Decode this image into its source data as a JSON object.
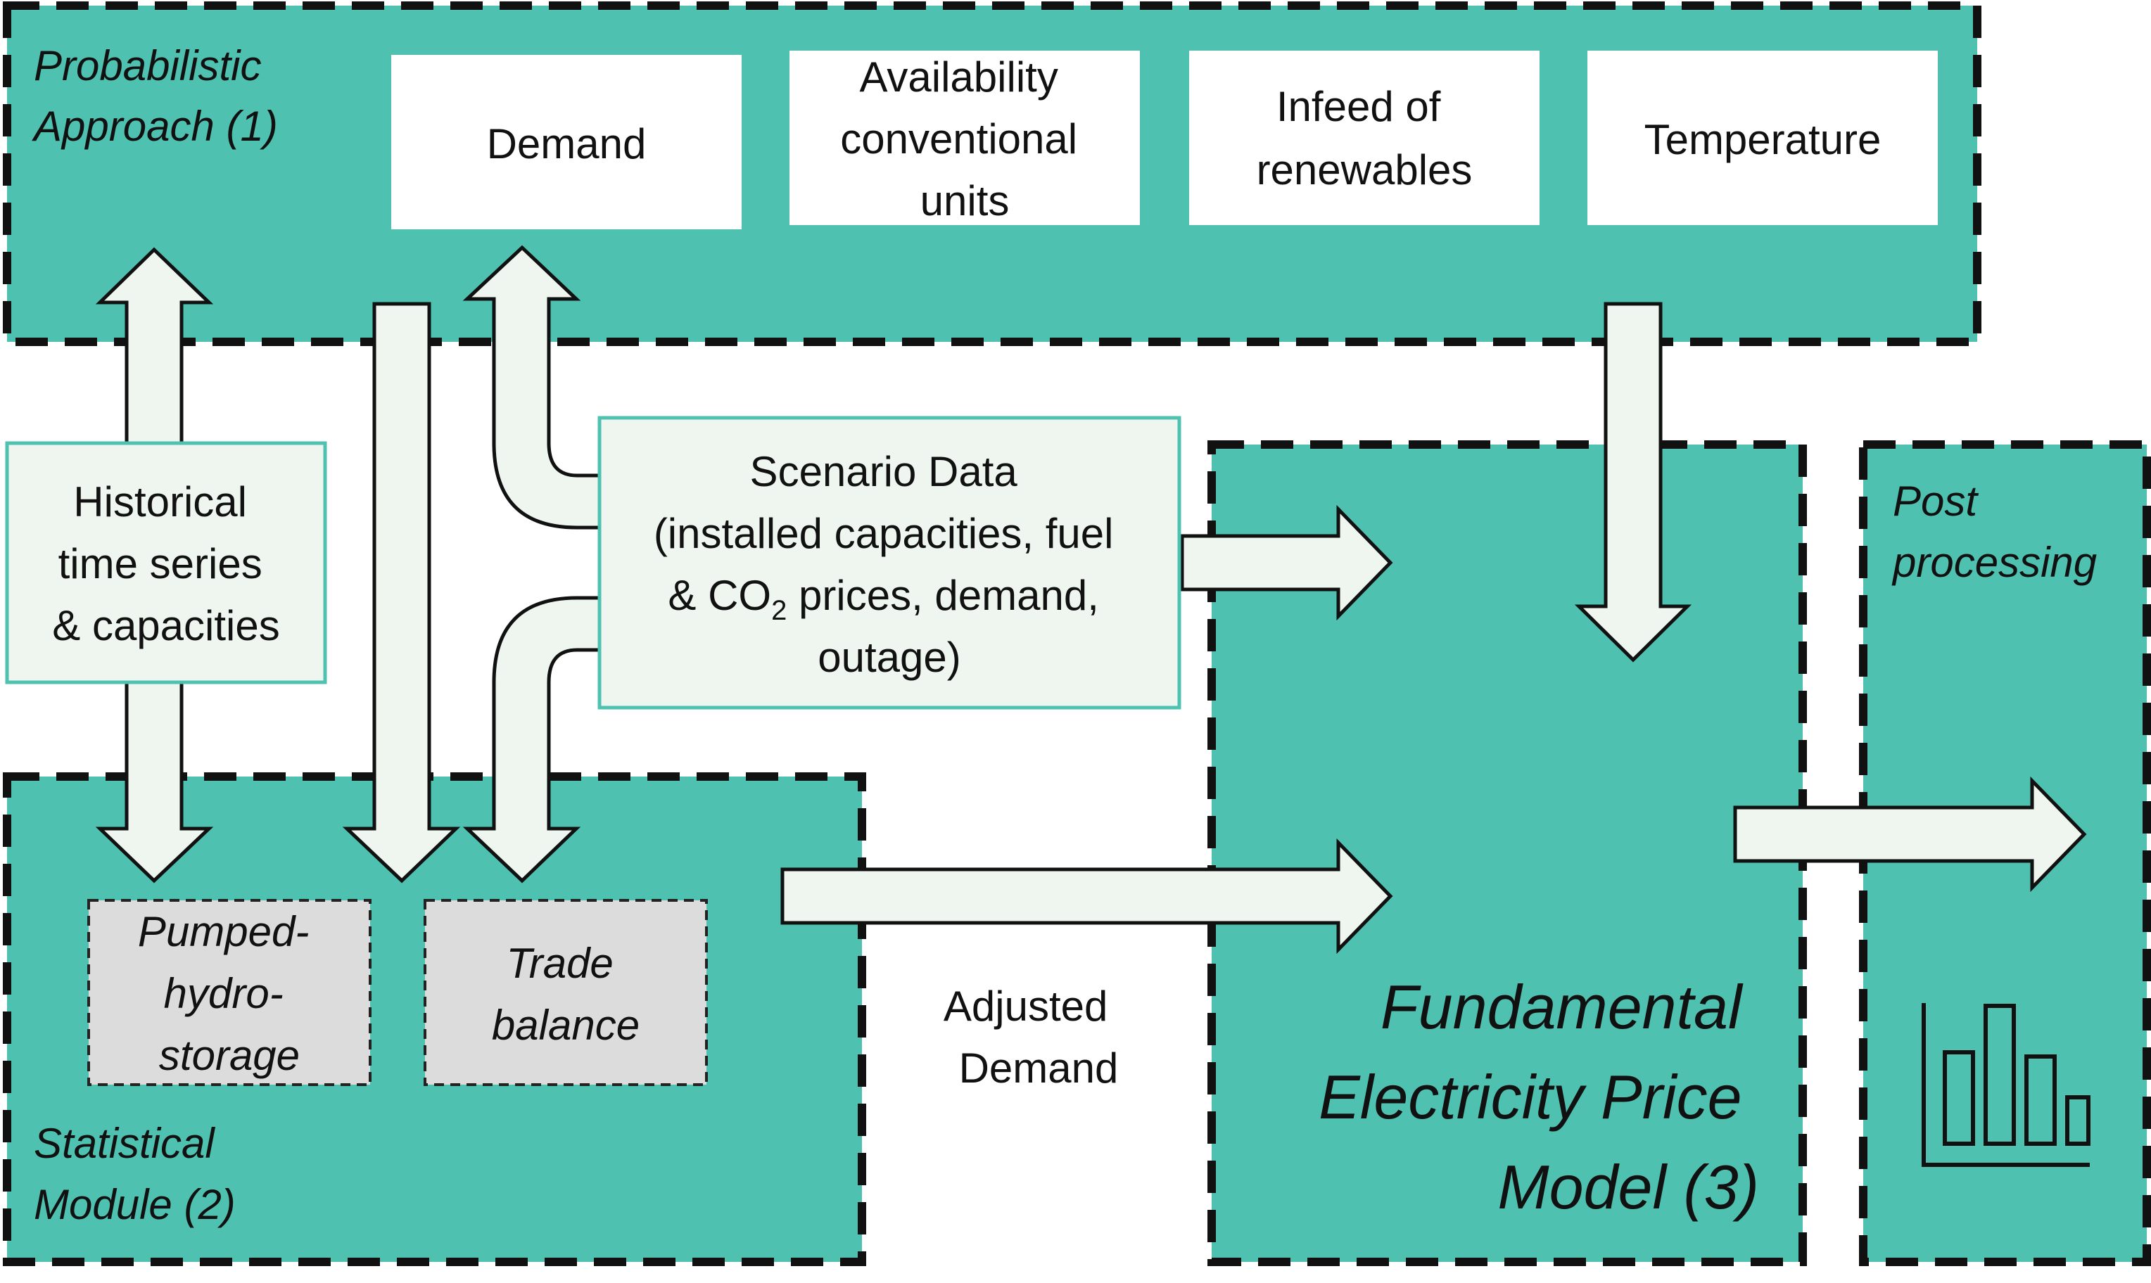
{
  "regions": {
    "probabilistic": {
      "label_lines": [
        "Probabilistic",
        "Approach (1)"
      ]
    },
    "statistical": {
      "label_lines": [
        "Statistical",
        "Module (2)"
      ]
    },
    "fundamental": {
      "label_lines": [
        "Fundamental",
        "Electricity Price",
        "Model (3)"
      ]
    },
    "post": {
      "label_lines": [
        "Post",
        "processing"
      ],
      "icon": "bar-chart-icon"
    }
  },
  "inputs": {
    "demand": {
      "lines": [
        "Demand"
      ]
    },
    "availability": {
      "lines": [
        "Availability",
        "conventional",
        "units"
      ]
    },
    "renewables": {
      "lines": [
        "Infeed of",
        "renewables"
      ]
    },
    "temperature": {
      "lines": [
        "Temperature"
      ]
    }
  },
  "sources": {
    "historical": {
      "lines": [
        "Historical",
        "time series",
        "& capacities"
      ]
    },
    "scenario": {
      "line1": "Scenario Data",
      "line2": "(installed capacities, fuel",
      "line3_pre": "& CO",
      "line3_sub": "2",
      "line3_post": " prices, demand,",
      "line4": "outage)"
    }
  },
  "submodules": {
    "pumped": {
      "lines": [
        "Pumped-",
        "hydro-",
        "storage"
      ]
    },
    "trade": {
      "lines": [
        "Trade",
        "balance"
      ]
    }
  },
  "edge_labels": {
    "adjusted_demand": {
      "lines": [
        "Adjusted",
        "Demand"
      ]
    }
  },
  "colors": {
    "region_fill": "#4fc1b0",
    "light_fill": "#eef6ef",
    "sub_fill": "#dcdcdc",
    "stroke": "#111111"
  }
}
